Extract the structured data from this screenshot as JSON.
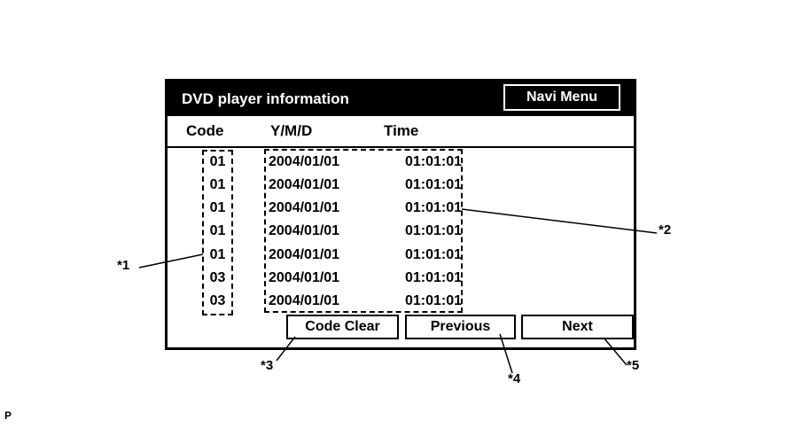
{
  "page": {
    "corner_mark": "P",
    "colors": {
      "background": "#ffffff",
      "ink": "#000000",
      "titlebar_bg": "#000000",
      "titlebar_text": "#ffffff"
    }
  },
  "screen": {
    "title": "DVD player information",
    "navi_menu_label": "Navi Menu",
    "columns": {
      "code": "Code",
      "ymd": "Y/M/D",
      "time": "Time"
    },
    "rows": [
      {
        "code": "01",
        "date": "2004/01/01",
        "time": "01:01:01"
      },
      {
        "code": "01",
        "date": "2004/01/01",
        "time": "01:01:01"
      },
      {
        "code": "01",
        "date": "2004/01/01",
        "time": "01:01:01"
      },
      {
        "code": "01",
        "date": "2004/01/01",
        "time": "01:01:01"
      },
      {
        "code": "01",
        "date": "2004/01/01",
        "time": "01:01:01"
      },
      {
        "code": "03",
        "date": "2004/01/01",
        "time": "01:01:01"
      },
      {
        "code": "03",
        "date": "2004/01/01",
        "time": "01:01:01"
      }
    ],
    "buttons": {
      "code_clear": "Code Clear",
      "previous": "Previous",
      "next": "Next"
    }
  },
  "annotations": {
    "ref1": "*1",
    "ref2": "*2",
    "ref3": "*3",
    "ref4": "*4",
    "ref5": "*5"
  }
}
